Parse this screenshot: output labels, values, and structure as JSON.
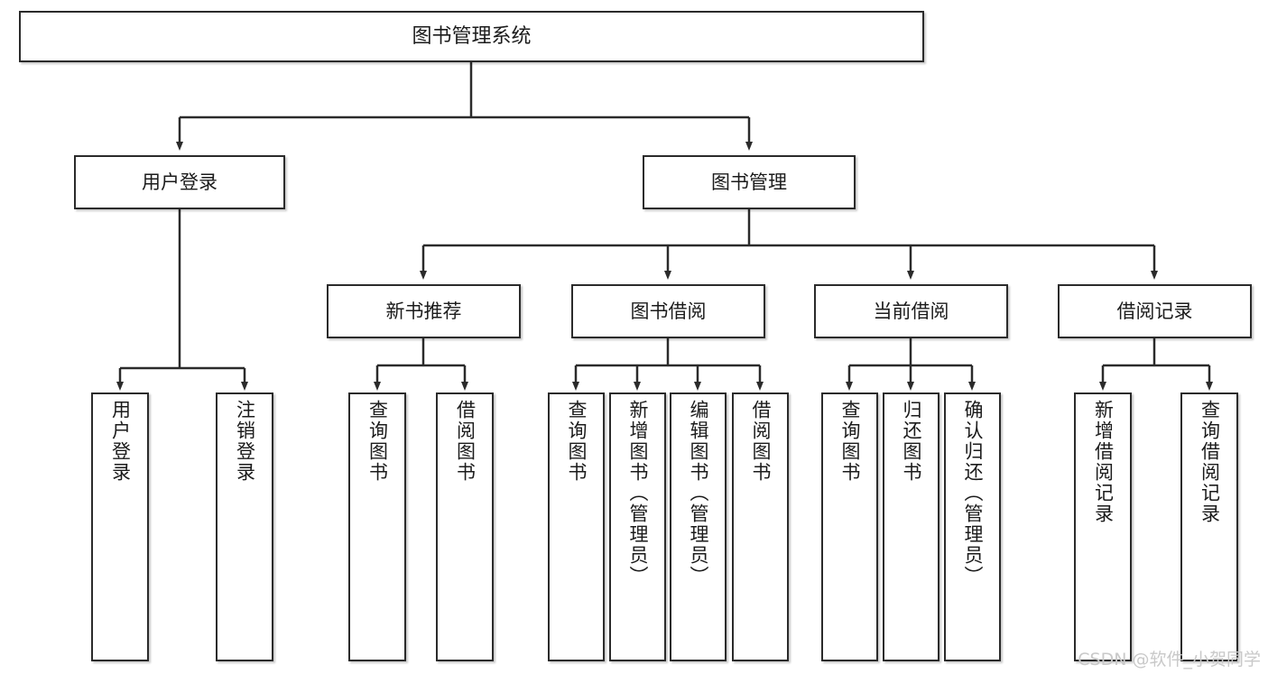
{
  "diagram": {
    "title": "图书管理系统",
    "type": "tree-hierarchy-chart",
    "root": {
      "label": "图书管理系统"
    },
    "level2": [
      {
        "label": "用户登录"
      },
      {
        "label": "图书管理"
      }
    ],
    "level3": [
      {
        "label": "新书推荐"
      },
      {
        "label": "图书借阅"
      },
      {
        "label": "当前借阅"
      },
      {
        "label": "借阅记录"
      }
    ],
    "leaves": {
      "user_login": [
        {
          "label": "用户登录"
        },
        {
          "label": "注销登录"
        }
      ],
      "new_book_recommend": [
        {
          "label": "查询图书"
        },
        {
          "label": "借阅图书"
        }
      ],
      "book_borrow": [
        {
          "label": "查询图书"
        },
        {
          "label": "新增图书（管理员）"
        },
        {
          "label": "编辑图书（管理员）"
        },
        {
          "label": "借阅图书"
        }
      ],
      "current_borrow": [
        {
          "label": "查询图书"
        },
        {
          "label": "归还图书"
        },
        {
          "label": "确认归还（管理员）"
        }
      ],
      "borrow_records": [
        {
          "label": "新增借阅记录"
        },
        {
          "label": "查询借阅记录"
        }
      ]
    }
  },
  "watermark": {
    "text": "CSDN @软件_小贺同学"
  },
  "colors": {
    "stroke": "#2b2b2b",
    "fill": "#ffffff",
    "text": "#1b1b1b",
    "watermark": "#c9c9c9"
  }
}
